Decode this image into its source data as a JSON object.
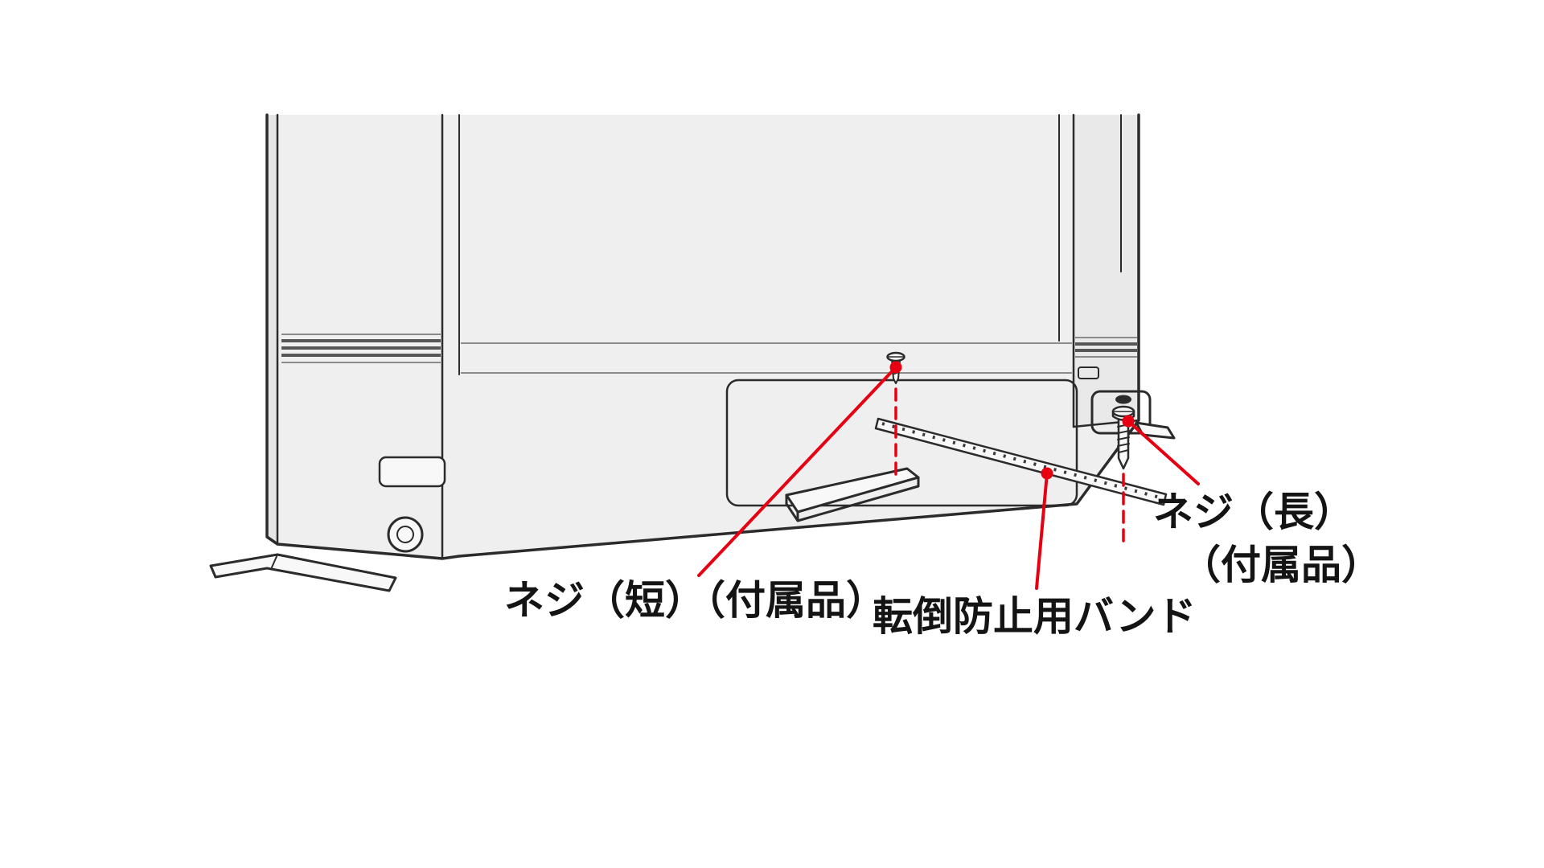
{
  "colors": {
    "accent_red": "#e60012",
    "line": "#2b2b2b",
    "panel": "#efefef"
  },
  "diagram": {
    "labels": {
      "screw_short": "ネジ（短）（付属品）",
      "anti_tip_band": "転倒防止用バンド",
      "screw_long_line1": "ネジ（長）",
      "screw_long_line2": "（付属品）"
    }
  }
}
